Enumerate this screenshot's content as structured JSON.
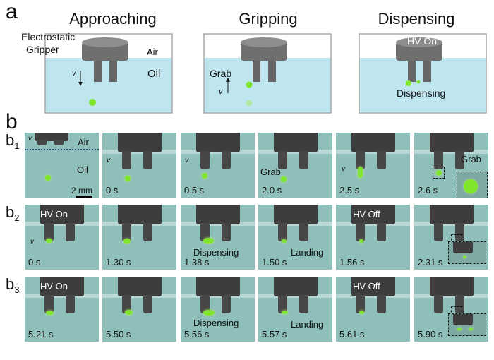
{
  "panel_a": {
    "letter": "a",
    "steps": [
      {
        "title": "Approaching",
        "labels": [
          "Electrostatic",
          "Gripper",
          "Air",
          "Oil",
          "v"
        ]
      },
      {
        "title": "Gripping",
        "labels": [
          "Grab",
          "v"
        ]
      },
      {
        "title": "Dispensing",
        "labels": [
          "HV On",
          "Dispensing"
        ]
      }
    ]
  },
  "panel_b": {
    "letter": "b",
    "rows": [
      {
        "label": "b",
        "sub": "1",
        "frames": [
          {
            "time": "",
            "labels": [
              "Air",
              "Oil",
              "2 mm",
              "v"
            ]
          },
          {
            "time": "0 s",
            "labels": [
              "v"
            ]
          },
          {
            "time": "0.5 s",
            "labels": [
              "v"
            ]
          },
          {
            "time": "2.0 s",
            "labels": [
              "Grab"
            ]
          },
          {
            "time": "2.5 s",
            "labels": [
              "v"
            ]
          },
          {
            "time": "2.6 s",
            "labels": [
              "Grab"
            ]
          }
        ]
      },
      {
        "label": "b",
        "sub": "2",
        "frames": [
          {
            "time": "0 s",
            "labels": [
              "HV On",
              "v"
            ]
          },
          {
            "time": "1.30 s",
            "labels": []
          },
          {
            "time": "1.38 s",
            "labels": [
              "Dispensing"
            ]
          },
          {
            "time": "1.50 s",
            "labels": [
              "Landing"
            ]
          },
          {
            "time": "1.56 s",
            "labels": [
              "HV Off"
            ]
          },
          {
            "time": "2.31 s",
            "labels": []
          }
        ]
      },
      {
        "label": "b",
        "sub": "3",
        "frames": [
          {
            "time": "5.21 s",
            "labels": [
              "HV On"
            ]
          },
          {
            "time": "5.50 s",
            "labels": []
          },
          {
            "time": "5.56 s",
            "labels": [
              "Dispensing"
            ]
          },
          {
            "time": "5.57 s",
            "labels": [
              "Landing"
            ]
          },
          {
            "time": "5.61 s",
            "labels": [
              "HV Off"
            ]
          },
          {
            "time": "5.90 s",
            "labels": []
          }
        ]
      }
    ]
  },
  "colors": {
    "oil": "#8fbfba",
    "droplet": "#7fe62c",
    "gripper": "#3d3d3d",
    "hv_text": "#ffffff"
  }
}
